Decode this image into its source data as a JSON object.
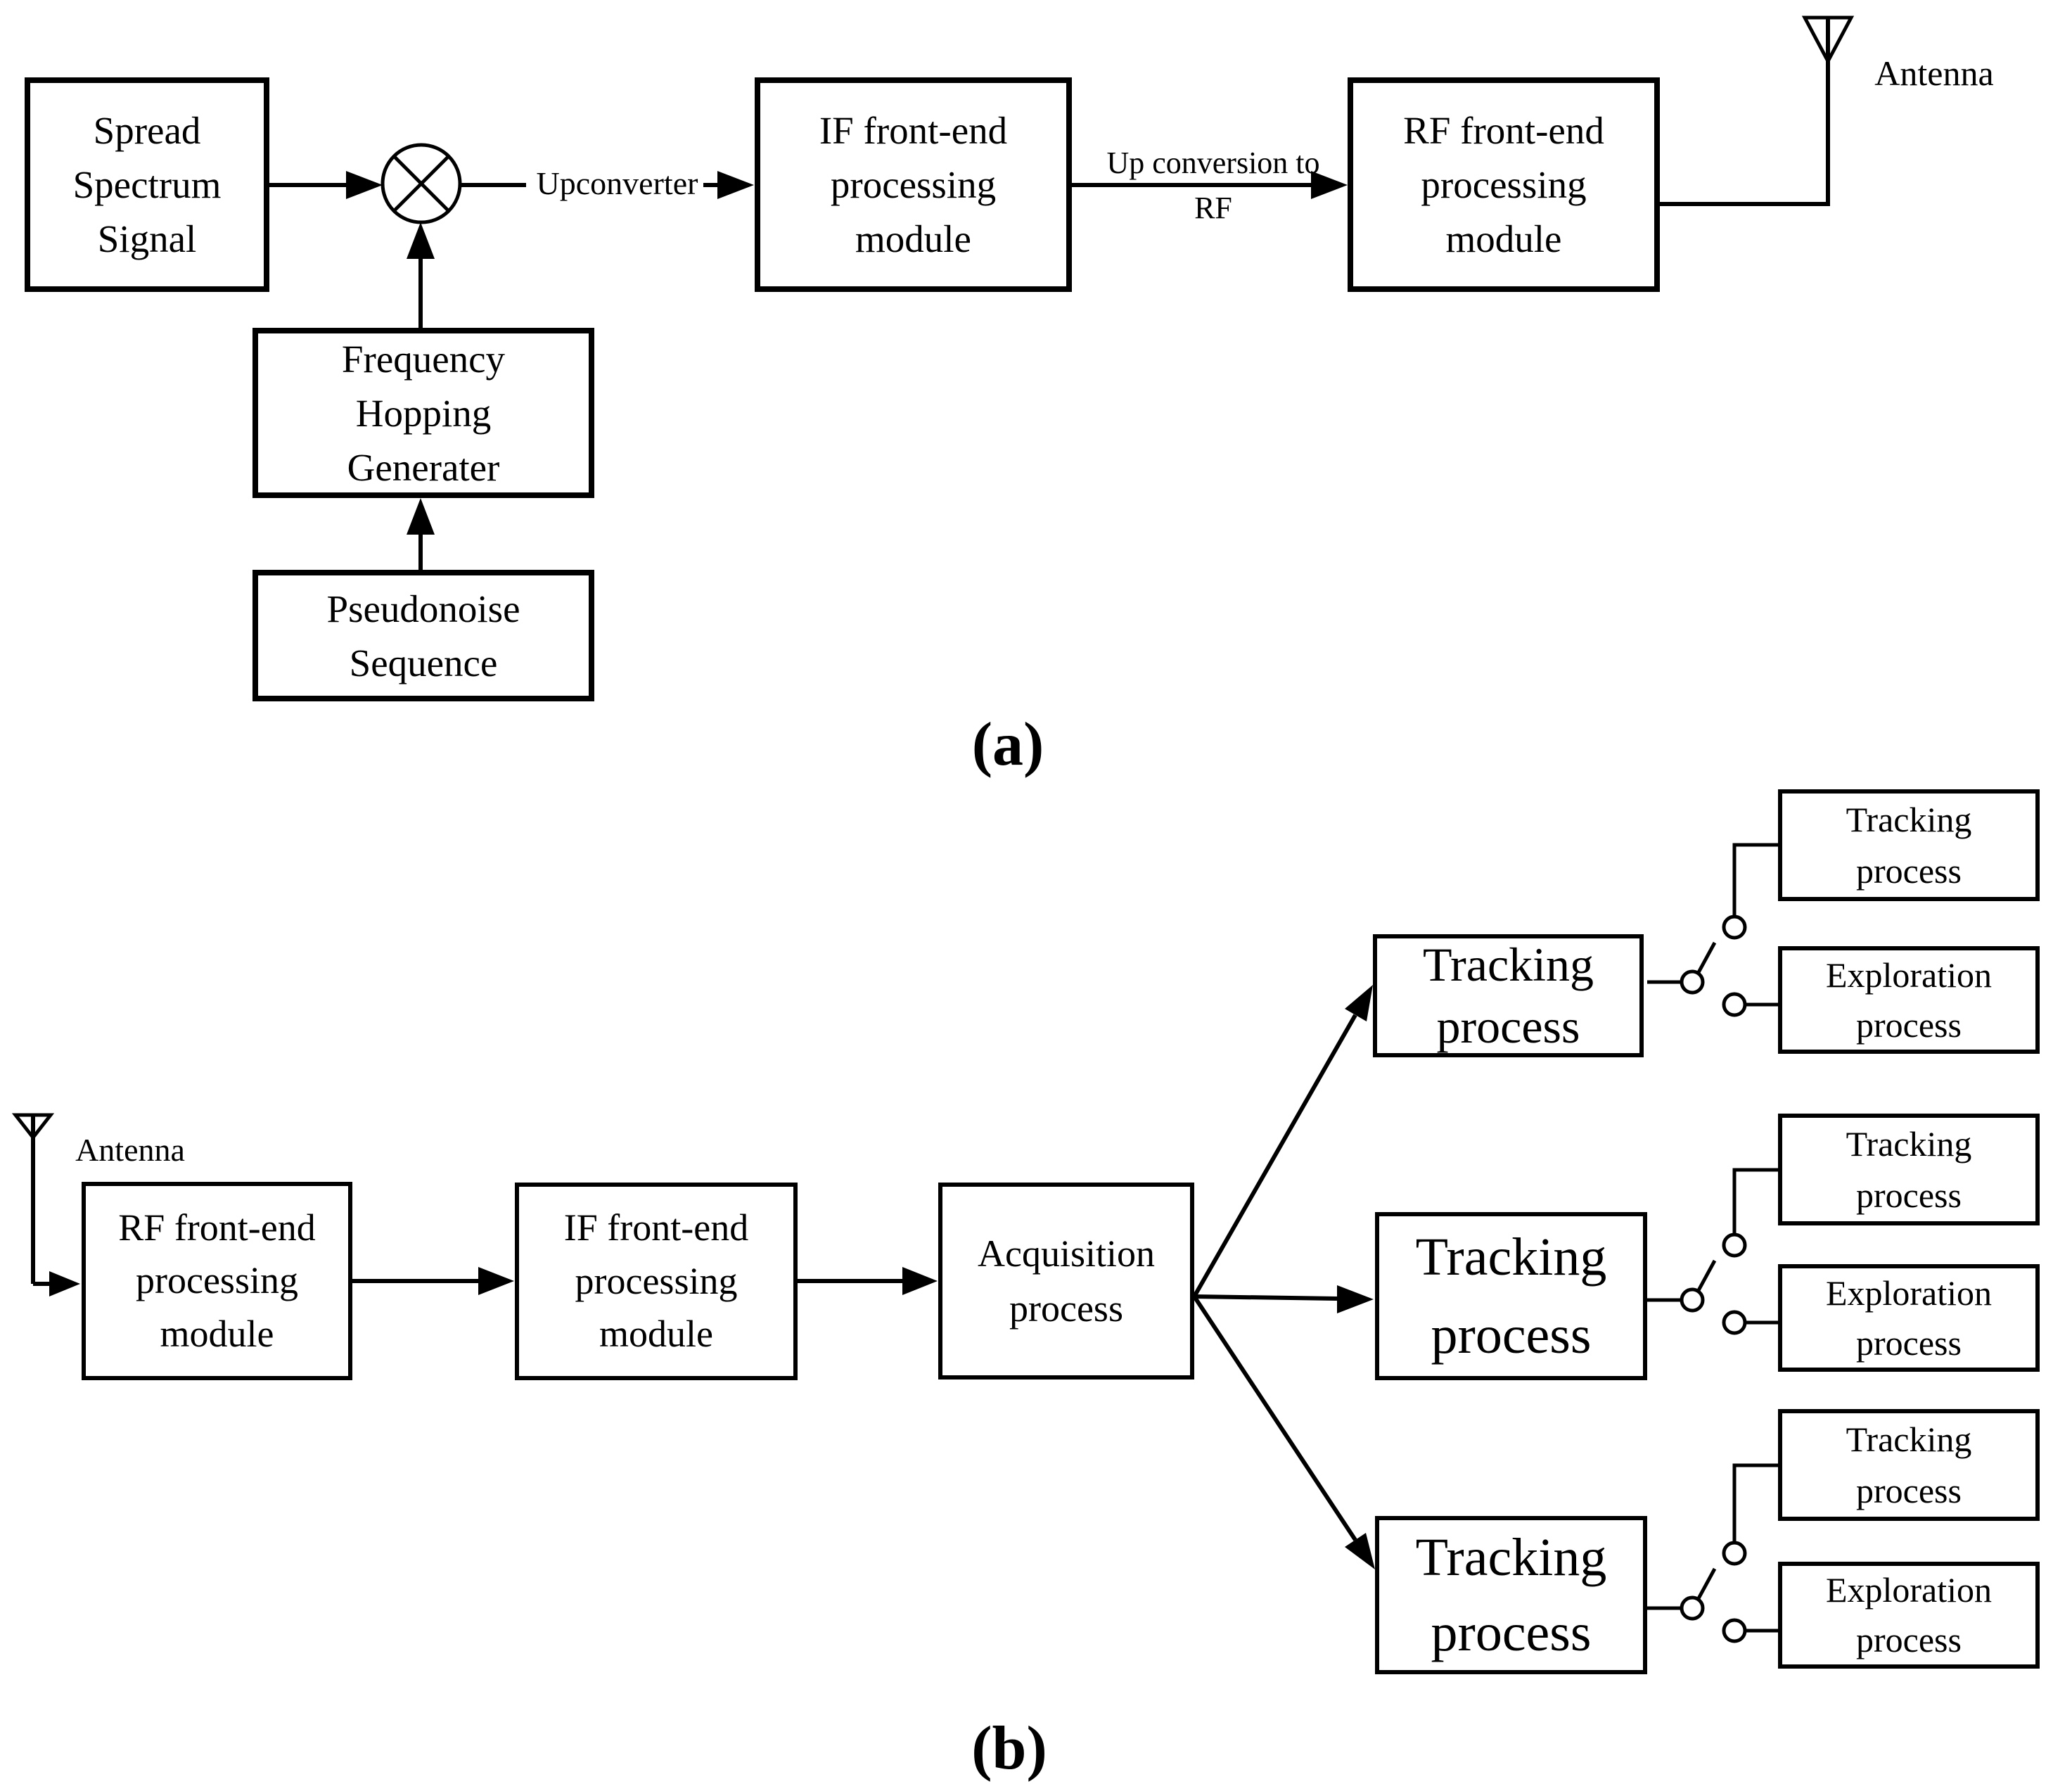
{
  "figure": {
    "background_color": "#ffffff",
    "line_color": "#000000",
    "icons": {
      "mixer": "circle-with-x-multiplier",
      "antenna": "triangle-antenna",
      "switch": "spdt-switch-open"
    },
    "part_a": {
      "caption": "(a)",
      "spread_spectrum_box": "Spread\nSpectrum\nSignal",
      "frequency_hopping_box": "Frequency\nHopping\nGenerater",
      "pseudonoise_box": "Pseudonoise\nSequence",
      "if_front_end_box": "IF front-end\nprocessing\nmodule",
      "rf_front_end_box": "RF front-end\nprocessing\nmodule",
      "upconverter_label": "Upconverter",
      "up_conversion_label": "Up conversion to\nRF",
      "antenna_label": "Antenna"
    },
    "part_b": {
      "caption": "(b)",
      "antenna_label": "Antenna",
      "rf_front_end_box": "RF front-end\nprocessing\nmodule",
      "if_front_end_box": "IF front-end\nprocessing\nmodule",
      "acquisition_box": "Acquisition\nprocess",
      "tracking_main_box": "Tracking\nprocess",
      "tracking_small_box": "Tracking\nprocess",
      "exploration_box": "Exploration\nprocess",
      "channel_count": 3
    }
  }
}
